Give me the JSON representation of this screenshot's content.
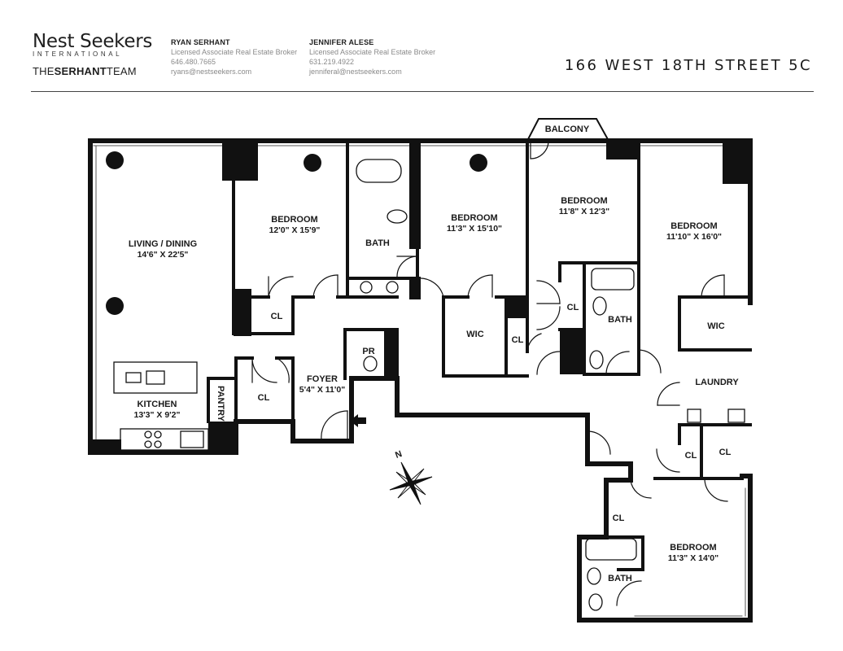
{
  "header": {
    "logo_main": "Nest Seekers",
    "logo_sub": "INTERNATIONAL",
    "logo_team_prefix": "THE",
    "logo_team_bold": "SERHANT",
    "logo_team_suffix": "TEAM",
    "address": "166 WEST 18TH STREET 5C"
  },
  "brokers": [
    {
      "name": "RYAN SERHANT",
      "title": "Licensed Associate Real Estate Broker",
      "phone": "646.480.7665",
      "email": "ryans@nestseekers.com"
    },
    {
      "name": "JENNIFER ALESE",
      "title": "Licensed Associate Real Estate Broker",
      "phone": "631.219.4922",
      "email": "jenniferal@nestseekers.com"
    }
  ],
  "rooms": {
    "living": {
      "name": "LIVING / DINING",
      "dims": "14'6\" X 22'5\""
    },
    "bedroom1": {
      "name": "BEDROOM",
      "dims": "12'0\" X 15'9\""
    },
    "bath1": {
      "name": "BATH"
    },
    "bedroom2": {
      "name": "BEDROOM",
      "dims": "11'3\" X 15'10\""
    },
    "bedroom3": {
      "name": "BEDROOM",
      "dims": "11'8\" X 12'3\""
    },
    "bedroom4": {
      "name": "BEDROOM",
      "dims": "11'10\" X 16'0\""
    },
    "balcony": {
      "name": "BALCONY"
    },
    "kitchen": {
      "name": "KITCHEN",
      "dims": "13'3\" X 9'2\""
    },
    "pantry": {
      "name": "PANTRY"
    },
    "foyer": {
      "name": "FOYER",
      "dims": "5'4\" X 11'0\""
    },
    "powder": {
      "name": "PR"
    },
    "closet": {
      "name": "CL"
    },
    "wic": {
      "name": "WIC"
    },
    "bath2": {
      "name": "BATH"
    },
    "laundry": {
      "name": "LAUNDRY"
    },
    "bedroom5": {
      "name": "BEDROOM",
      "dims": "11'3\" X 14'0\""
    },
    "bath3": {
      "name": "BATH"
    }
  },
  "compass": {
    "north": "N"
  }
}
